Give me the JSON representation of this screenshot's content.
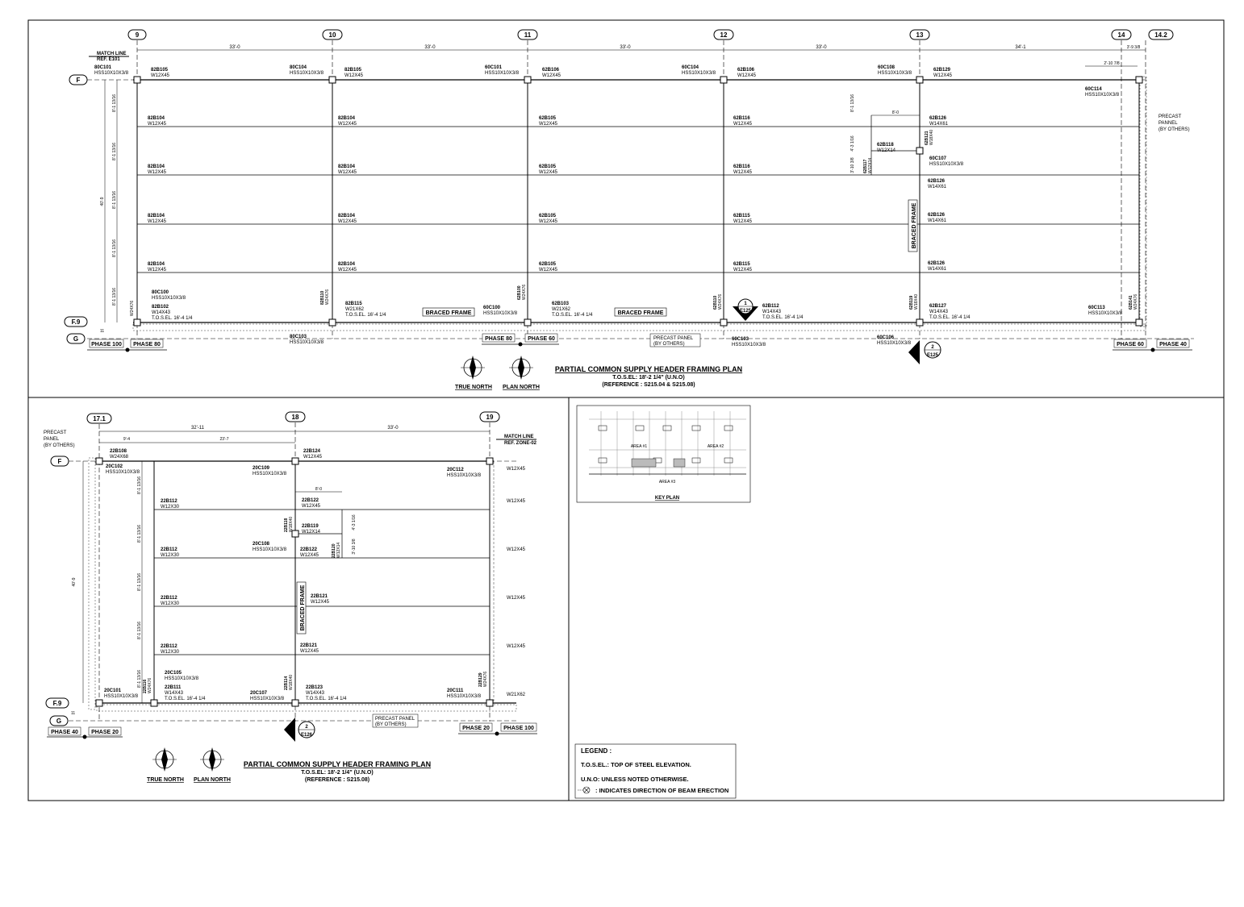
{
  "top_plan": {
    "grid_columns": [
      "9",
      "10",
      "11",
      "12",
      "13",
      "14",
      "14.2"
    ],
    "grid_rows": [
      "F",
      "F.9",
      "G"
    ],
    "column_dims": [
      "33'-0",
      "33'-0",
      "33'-0",
      "33'-0",
      "34'-1",
      "3'-9 3/8"
    ],
    "dim_2_10": "2'-10 7/8",
    "dim_8_0": "8'-0",
    "overall_dim": "40'-9",
    "bay_dim": "8'-1 13/16",
    "small_dim": "11",
    "dim_4_3": "4'-3 1/16",
    "dim_3_10": "3'-10 3/8",
    "match_line": "MATCH LINE",
    "match_ref": "REF. E101",
    "precast_panel": [
      "PRECAST",
      "PANNEL",
      "(BY OTHERS)"
    ],
    "precast_bottom": [
      "PRECAST PANEL",
      "(BY OTHERS)"
    ],
    "braced_frame": "BRACED FRAME",
    "phases": [
      "PHASE 100",
      "PHASE 80",
      "PHASE 80",
      "PHASE 60",
      "PHASE 60",
      "PHASE 40"
    ],
    "section_marks": [
      {
        "num": "1",
        "sheet": "E125"
      },
      {
        "num": "2",
        "sheet": "E125"
      }
    ],
    "labels": {
      "c_80C101": "80C101",
      "c_80C101_s": "HSS10X10X3/8",
      "c_80C104": "80C104",
      "c_80C104_s": "HSS10X10X3/8",
      "c_60C101": "60C101",
      "c_60C101_s": "HSS10X10X3/8",
      "c_60C104": "60C104",
      "c_60C104_s": "HSS10X10X3/8",
      "c_60C108": "60C108",
      "c_60C108_s": "HSS10X10X3/8",
      "c_60C114": "60C114",
      "c_60C114_s": "HSS10X10X3/8",
      "c_60C107": "60C107",
      "c_60C107_s": "HSS10X10X3/8",
      "c_80C100": "80C100",
      "c_80C100_s": "HSS10X10X3/8",
      "c_80C103": "80C103",
      "c_80C103_s": "HSS10X10X3/8",
      "c_60C100": "60C100",
      "c_60C100_s": "HSS10X10X3/8",
      "c_60C103": "60C103",
      "c_60C103_s": "HSS10X10X3/8",
      "c_60C106": "60C106",
      "c_60C106_s": "HSS10X10X3/8",
      "c_60C113": "60C113",
      "c_60C113_s": "HSS10X10X3/8",
      "b_82B105a": "82B105",
      "b_82B105b": "82B105",
      "b_62B106a": "62B106",
      "b_62B106b": "62B106",
      "b_62B129": "62B129",
      "w12x45": "W12X45",
      "w14x61": "W14X61",
      "w12x14": "W12X14",
      "w21x62": "W21X62",
      "w14x43": "W14X43",
      "w24x76": "W24X76",
      "w18x40": "W18X40",
      "b_82B104": "82B104",
      "b_62B105": "62B105",
      "b_62B116": "62B116",
      "b_62B115": "62B115",
      "b_62B126": "62B126",
      "b_62B118": "62B118",
      "b_62B117": "62B117",
      "b_62B121": "62B121",
      "b_82B102": "82B102",
      "b_82B115": "82B115",
      "b_62B103": "62B103",
      "b_62B112": "62B112",
      "b_62B127": "62B127",
      "b_82B110": "82B110",
      "b_62B100": "62B100",
      "b_62B110": "62B110",
      "b_62B119": "62B119",
      "b_62B141": "62B141",
      "w12x45b": "W12X45",
      "tosel": "T.O.S.EL. 16'-4 1/4"
    },
    "north": [
      "TRUE NORTH",
      "PLAN NORTH"
    ],
    "title": "PARTIAL COMMON SUPPLY HEADER FRAMING PLAN",
    "tos": "T.O.S.EL: 18'-2 1/4\" (U.N.O)",
    "ref": "(REFERENCE : S215.04 & S215.08)"
  },
  "bottom_plan": {
    "grid_columns": [
      "17.1",
      "18",
      "19"
    ],
    "grid_rows": [
      "F",
      "F.9",
      "G"
    ],
    "column_dims": [
      "32'-11",
      "33'-0"
    ],
    "dim_9_4": "9'-4",
    "dim_23_7": "23'-7",
    "dim_8_0": "8'-0",
    "overall_dim": "40'-9",
    "bay_dim": "8'-1 13/16",
    "dim_4_3": "4'-3 1/16",
    "dim_3_10": "3'-10 3/8",
    "small_dim": "11",
    "match_line": "MATCH LINE",
    "match_ref": "REF. ZONE-02",
    "precast_panel": [
      "PRECAST",
      "PANEL",
      "(BY OTHERS)"
    ],
    "precast_bottom": [
      "PRECAST PANEL",
      "(BY OTHERS)"
    ],
    "braced_frame": "BRACED FRAME",
    "phases": [
      "PHASE 40",
      "PHASE 20",
      "PHASE 20",
      "PHASE 100"
    ],
    "section_mark": {
      "num": "2",
      "sheet": "E126"
    },
    "labels": {
      "b_22B108": "22B108",
      "w24x68": "W24X68",
      "c_20C102": "20C102",
      "c_20C102_s": "HSS10X10X3/8",
      "b_22B124": "22B124",
      "w12x45": "W12X45",
      "c_20C109": "20C109",
      "c_20C109_s": "HSS10X10X3/8",
      "c_20C112": "20C112",
      "c_20C112_s": "HSS10X10X3/8",
      "b_22B112": "22B112",
      "w12x30": "W12X30",
      "b_22B122": "22B122",
      "b_22B119": "22B119",
      "w12x14": "W12X14",
      "b_22B118": "22B118",
      "b_22B120": "22B120",
      "b_22B121": "22B121",
      "c_20C108": "20C108",
      "c_20C108_s": "HSS10X10X3/8",
      "c_20C105": "20C105",
      "c_20C105_s": "HSS10X10X3/8",
      "b_22B111": "22B111",
      "w14x43": "W14X43",
      "tosel": "T.O.S.EL. 16'-4 1/4",
      "b_22B116": "22B116",
      "w24x76": "W24X76",
      "c_20C101": "20C101",
      "c_20C101_s": "HSS10X10X3/8",
      "c_20C107": "20C107",
      "c_20C107_s": "HSS10X10X3/8",
      "b_22B114": "22B114",
      "w18x40": "W18X40",
      "b_22B123": "22B123",
      "c_20C111": "20C111",
      "c_20C111_s": "HSS10X10X3/8",
      "b_22B129": "22B129",
      "w21x62": "W21X62"
    },
    "north": [
      "TRUE NORTH",
      "PLAN NORTH"
    ],
    "title": "PARTIAL COMMON SUPPLY HEADER FRAMING PLAN",
    "tos": "T.O.S.EL: 18'-2 1/4\" (U.N.O)",
    "ref": "(REFERENCE : S215.08)"
  },
  "key_plan": {
    "title": "KEY PLAN",
    "area_labels": [
      "AREA #1",
      "AREA #2",
      "AREA #3"
    ]
  },
  "legend": {
    "title": "LEGEND :",
    "line1": "T.O.S.EL.: TOP OF STEEL ELEVATION.",
    "line2": "U.N.O: UNLESS NOTED OTHERWISE.",
    "line3": ": INDICATES DIRECTION OF BEAM ERECTION"
  },
  "colors": {
    "line": "#000000",
    "paper": "#ffffff",
    "light": "#888888"
  }
}
